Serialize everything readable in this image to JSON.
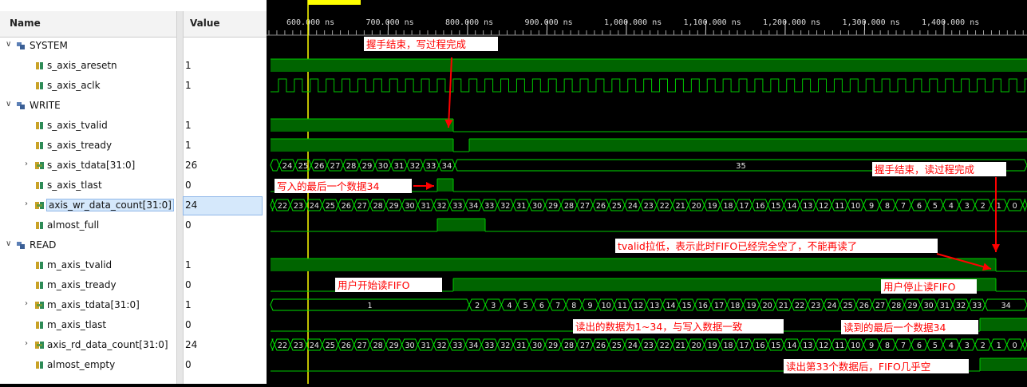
{
  "header": {
    "name": "Name",
    "value": "Value"
  },
  "signals": [
    {
      "name": "SYSTEM",
      "value": "",
      "group": true,
      "icon": "group-icon"
    },
    {
      "name": "s_axis_aresetn",
      "value": "1",
      "icon": "signal-icon"
    },
    {
      "name": "s_axis_aclk",
      "value": "1",
      "icon": "signal-icon"
    },
    {
      "name": "WRITE",
      "value": "",
      "group": true,
      "icon": "group-icon"
    },
    {
      "name": "s_axis_tvalid",
      "value": "1",
      "icon": "signal-icon"
    },
    {
      "name": "s_axis_tready",
      "value": "1",
      "icon": "signal-icon"
    },
    {
      "name": "s_axis_tdata[31:0]",
      "value": "26",
      "bus": true,
      "icon": "bus-icon"
    },
    {
      "name": "s_axis_tlast",
      "value": "0",
      "icon": "signal-icon"
    },
    {
      "name": "axis_wr_data_count[31:0]",
      "value": "24",
      "bus": true,
      "selected": true,
      "icon": "bus-icon"
    },
    {
      "name": "almost_full",
      "value": "0",
      "icon": "signal-icon"
    },
    {
      "name": "READ",
      "value": "",
      "group": true,
      "icon": "group-icon"
    },
    {
      "name": "m_axis_tvalid",
      "value": "1",
      "icon": "signal-icon"
    },
    {
      "name": "m_axis_tready",
      "value": "0",
      "icon": "signal-icon"
    },
    {
      "name": "m_axis_tdata[31:0]",
      "value": "1",
      "bus": true,
      "icon": "bus-icon"
    },
    {
      "name": "m_axis_tlast",
      "value": "0",
      "icon": "signal-icon"
    },
    {
      "name": "axis_rd_data_count[31:0]",
      "value": "24",
      "bus": true,
      "icon": "bus-icon"
    },
    {
      "name": "almost_empty",
      "value": "0",
      "icon": "signal-icon"
    }
  ],
  "timeline": {
    "labels": [
      "600.000 ns",
      "700.000 ns",
      "800.000 ns",
      "900.000 ns",
      "1,000.000 ns",
      "1,100.000 ns",
      "1,200.000 ns",
      "1,300.000 ns",
      "1,400.000 ns"
    ]
  },
  "waves": {
    "tdata_labels": [
      "24",
      "25",
      "26",
      "27",
      "28",
      "29",
      "30",
      "31",
      "32",
      "33",
      "34"
    ],
    "tdata_final": "35",
    "count_labels": [
      "22",
      "23",
      "24",
      "25",
      "26",
      "27",
      "28",
      "29",
      "30",
      "31",
      "32",
      "33",
      "34",
      "33",
      "32",
      "31",
      "30",
      "29",
      "28",
      "27",
      "26",
      "25",
      "24",
      "23",
      "22",
      "21",
      "20",
      "19",
      "18",
      "17",
      "16",
      "15",
      "14",
      "13",
      "12",
      "11",
      "10",
      "9",
      "8",
      "7",
      "6",
      "5",
      "4",
      "3",
      "2",
      "1",
      "0"
    ],
    "mtdata_first": "1",
    "mtdata_labels": [
      "2",
      "3",
      "4",
      "5",
      "6",
      "7",
      "8",
      "9",
      "10",
      "11",
      "12",
      "13",
      "14",
      "15",
      "16",
      "17",
      "18",
      "19",
      "20",
      "21",
      "22",
      "23",
      "24",
      "25",
      "26",
      "27",
      "28",
      "29",
      "30",
      "31",
      "32",
      "33"
    ],
    "mtdata_last": "34"
  },
  "annotations": {
    "write_handshake": "握手结束，写过程完成",
    "last_write": "写入的最后一个数据34",
    "read_handshake": "握手结束，读过程完成",
    "tvalid_low": "tvalid拉低，表示此时FIFO已经完全空了，不能再读了",
    "start_read": "用户开始读FIFO",
    "stop_read": "用户停止读FIFO",
    "read_out": "读出的数据为1~34，与写入数据一致",
    "last_read": "读到的最后一个数据34",
    "almost_empty_note": "读出第33个数据后，FIFO几乎空"
  },
  "colors": {
    "wave": "#00c800",
    "fill": "#006400",
    "bus": "#00e000",
    "cursor": "#ffff00",
    "annotation_bg": "#ffffff",
    "annotation_text": "#ff0000",
    "arrow": "#ff0000"
  }
}
